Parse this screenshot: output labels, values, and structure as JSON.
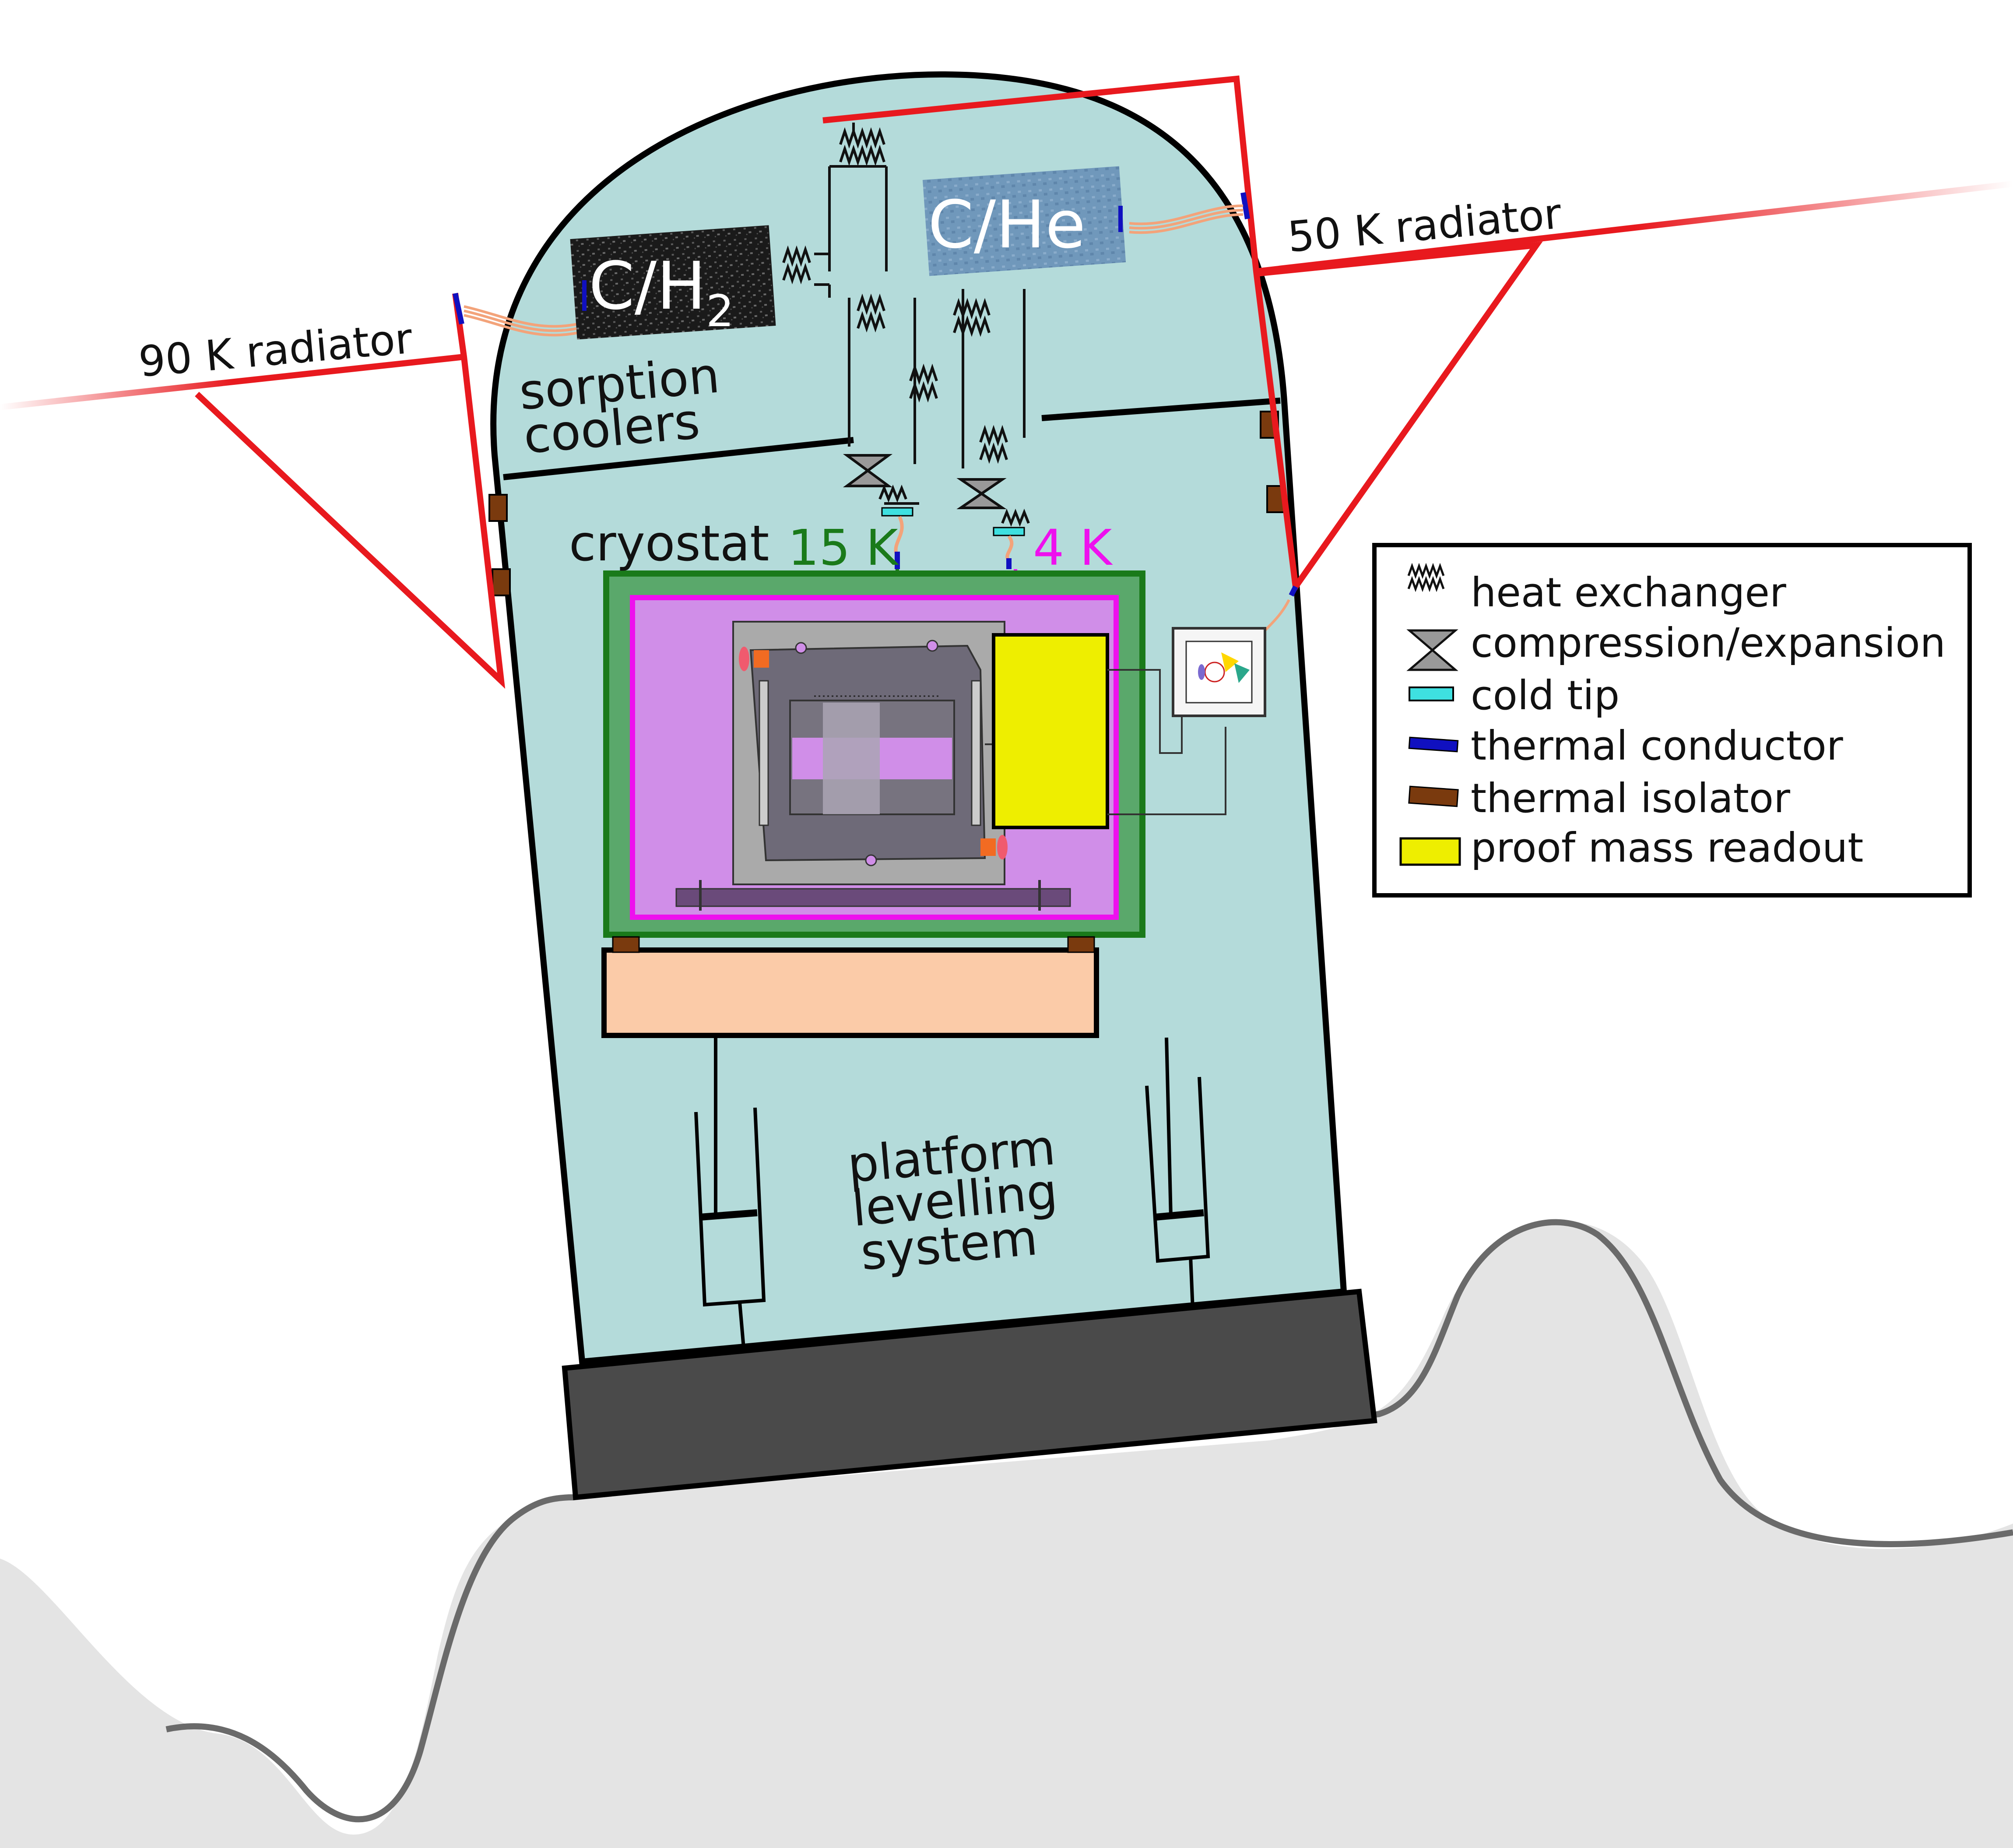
{
  "labels": {
    "radiator_90": "90 K radiator",
    "radiator_50": "50 K radiator",
    "sorption_1": "sorption",
    "sorption_2": "coolers",
    "cooler_h2_main": "C/H",
    "cooler_h2_sub": "2",
    "cooler_he": "C/He",
    "cryostat": "cryostat",
    "temp_15": "15 K",
    "temp_4": "4 K",
    "platform_1": "platform",
    "platform_2": "levelling",
    "platform_3": "system"
  },
  "legend": {
    "items": [
      {
        "icon": "heat-exchanger-icon",
        "label": "heat exchanger"
      },
      {
        "icon": "compression-expansion-icon",
        "label": "compression/expansion"
      },
      {
        "icon": "cold-tip-icon",
        "label": "cold tip"
      },
      {
        "icon": "thermal-conductor-icon",
        "label": "thermal conductor"
      },
      {
        "icon": "thermal-isolator-icon",
        "label": "thermal isolator"
      },
      {
        "icon": "proof-mass-readout-icon",
        "label": "proof mass readout"
      }
    ]
  },
  "colors": {
    "vessel_fill": "#b4dbda",
    "radiator": "#e8191e",
    "shield_15k": "#1a7a1a",
    "shield_15k_fill": "#5aa86b",
    "shield_4k": "#ee10ee",
    "shield_4k_fill": "#d08ee8",
    "readout": "#eeee00",
    "platform": "#fbcba8",
    "base": "#4a4a4a",
    "ground": "#e4e4e4",
    "cold_tip": "#3ee0e0",
    "conductor": "#1010c0",
    "isolator": "#7a3a0e",
    "cooler_h2_bg": "#1a1a1a",
    "cooler_he_bg": "#6f95b8"
  }
}
